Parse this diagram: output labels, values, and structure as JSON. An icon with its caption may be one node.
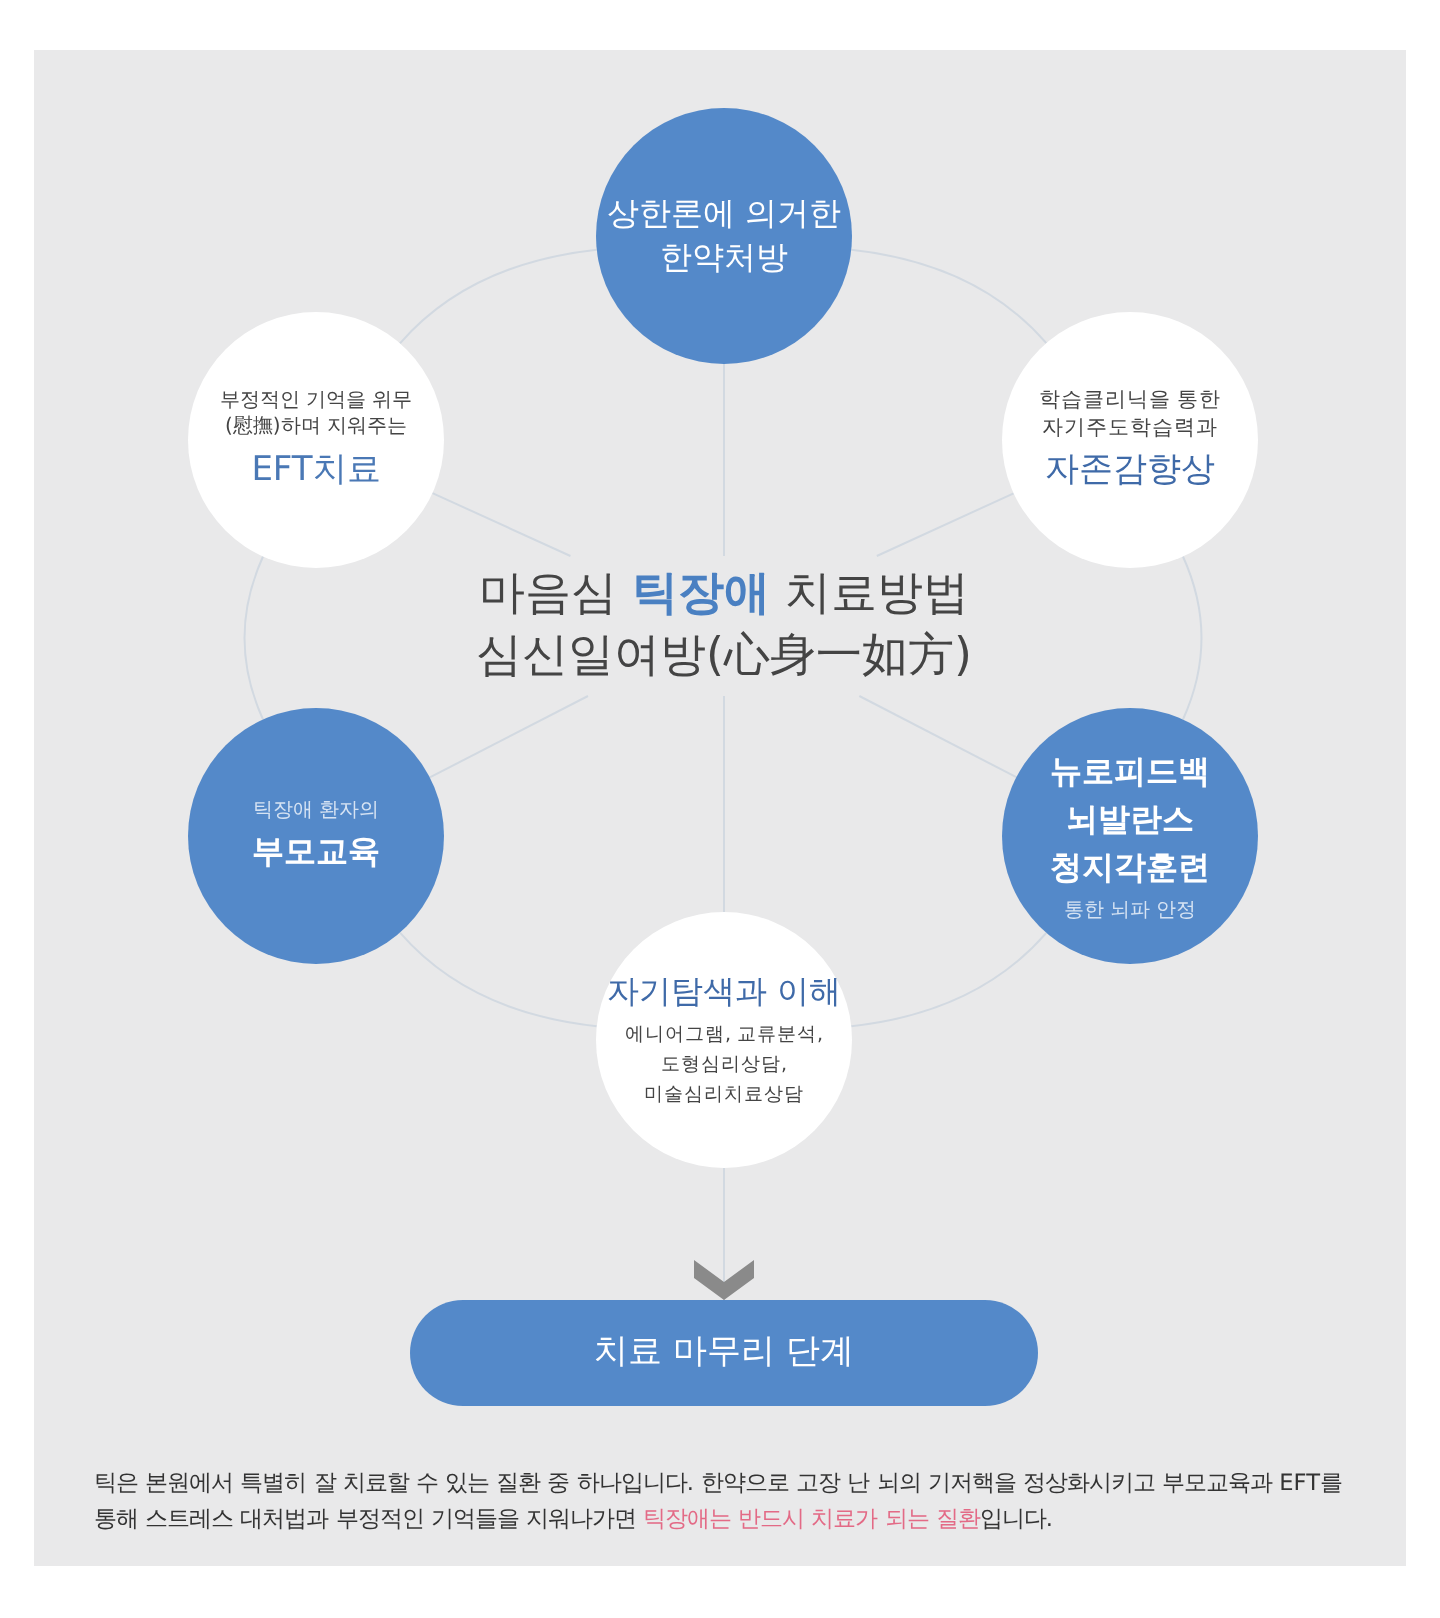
{
  "diagram": {
    "nodes": [
      {
        "text": [
          "상한론에 의거한 한약처방"
        ]
      },
      {
        "text": [
          "부정적인 기억을 위무(慰撫)하며 지워주는",
          "EFT치료"
        ]
      },
      {
        "text": [
          "학습클리닉을 통한 자기주도학습력과",
          "자존감향상"
        ]
      },
      {
        "text": [
          "마음심 **틱장애** 치료방법",
          "심신일여방(心身一如方)"
        ]
      },
      {
        "text": [
          "틱장애 환자의",
          "부모교육"
        ]
      },
      {
        "text": [
          "뉴로피드백 뇌발란스 청지각훈련",
          "통한 뇌파 안정"
        ]
      },
      {
        "text": [
          "자기탐색과 이해",
          "에니어그램, 교류분석, 도형심리상담, 미술심리치료상담"
        ]
      },
      {
        "text": [
          "치료 마무리 단계"
        ]
      }
    ],
    "edges": [
      {
        "from": 3,
        "to": 0,
        "arrow": "none"
      },
      {
        "from": 3,
        "to": 1,
        "arrow": "none"
      },
      {
        "from": 3,
        "to": 2,
        "arrow": "none"
      },
      {
        "from": 3,
        "to": 4,
        "arrow": "none"
      },
      {
        "from": 3,
        "to": 5,
        "arrow": "none"
      },
      {
        "from": 3,
        "to": 6,
        "arrow": "none"
      },
      {
        "from": 0,
        "to": 1,
        "arrow": "none"
      },
      {
        "from": 0,
        "to": 2,
        "arrow": "none"
      },
      {
        "from": 1,
        "to": 4,
        "arrow": "none"
      },
      {
        "from": 2,
        "to": 5,
        "arrow": "none"
      },
      {
        "from": 4,
        "to": 6,
        "arrow": "none"
      },
      {
        "from": 5,
        "to": 6,
        "arrow": "none"
      },
      {
        "from": 6,
        "to": 7,
        "arrow": "to"
      }
    ],
    "labels": [
      "틱은 본원에서 특별히 잘 치료할 수 있는 질환 중 하나입니다. 한약으로 고장 난 뇌의 기저핵을 정상화시키고 부모교육과 EFT를 통해 스트레스 대처법과 부정적인 기억들을 지워나가면 **틱장애는 반드시 치료가 되는 질환**입니다."
    ]
  }
}
